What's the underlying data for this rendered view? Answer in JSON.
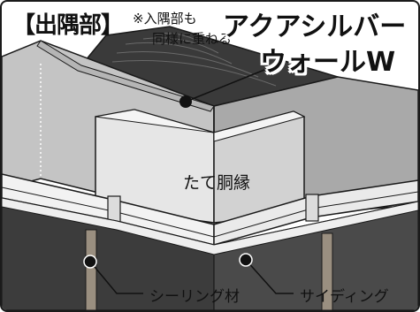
{
  "title": "【出隅部】",
  "note": {
    "line1": "※入隅部も",
    "line2": "同様に重ねる"
  },
  "product": {
    "line1": "アクアシルバー",
    "line2": "ウォールW"
  },
  "labels": {
    "furring": "たて胴縁",
    "sealant": "シーリング材",
    "siding": "サイディング"
  },
  "colors": {
    "wood": "#3a3a3a",
    "sheet_front": "#c4c4c4",
    "sheet_side": "#a9a9a9",
    "furring_front": "#e6e6e6",
    "siding": "#f2f2f2",
    "lower_wall": "#3c3c3c",
    "outline": "#1a1a1a"
  }
}
